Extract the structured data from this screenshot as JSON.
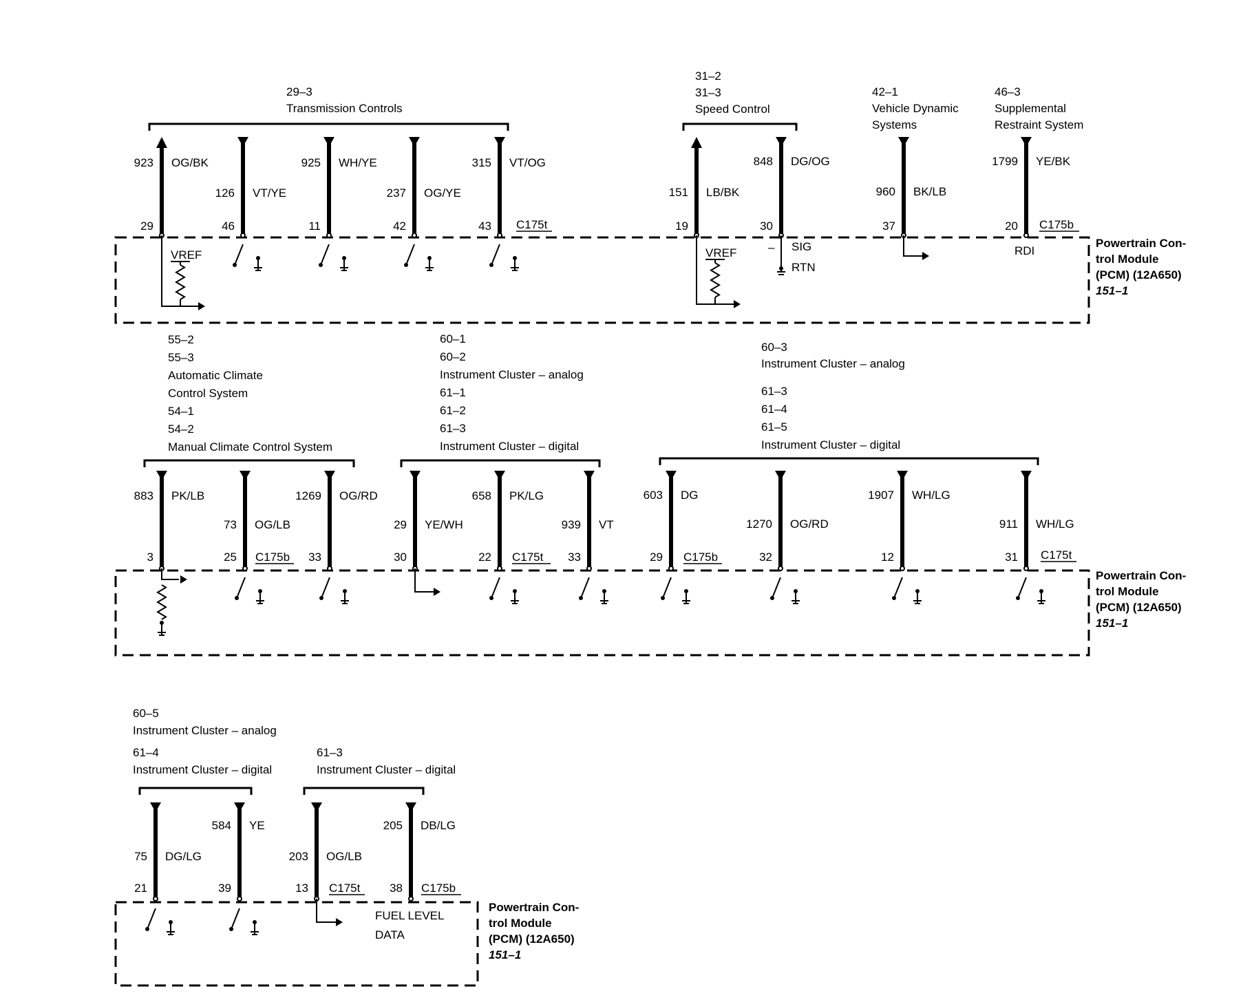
{
  "row1": {
    "groups": [
      {
        "id": "tc",
        "lines": [
          "29–3",
          "Transmission Controls"
        ]
      },
      {
        "id": "sc",
        "lines": [
          "31–2",
          "31–3",
          "Speed Control"
        ]
      },
      {
        "id": "vd",
        "lines": [
          "42–1",
          "Vehicle Dynamic",
          "Systems"
        ]
      },
      {
        "id": "sr",
        "lines": [
          "46–3",
          "Supplemental",
          "Restraint System"
        ]
      }
    ],
    "wires": [
      {
        "circuit": "923",
        "color": "OG/BK",
        "pin": "29",
        "dir": "up"
      },
      {
        "circuit": "126",
        "color": "VT/YE",
        "pin": "46",
        "dir": "down"
      },
      {
        "circuit": "925",
        "color": "WH/YE",
        "pin": "11",
        "dir": "down"
      },
      {
        "circuit": "237",
        "color": "OG/YE",
        "pin": "42",
        "dir": "down"
      },
      {
        "circuit": "315",
        "color": "VT/OG",
        "pin": "43",
        "dir": "down"
      },
      {
        "circuit": "151",
        "color": "LB/BK",
        "pin": "19",
        "dir": "up"
      },
      {
        "circuit": "848",
        "color": "DG/OG",
        "pin": "30",
        "dir": "down"
      },
      {
        "circuit": "960",
        "color": "BK/LB",
        "pin": "37",
        "dir": "down"
      },
      {
        "circuit": "1799",
        "color": "YE/BK",
        "pin": "20",
        "dir": "down"
      }
    ],
    "connectors": [
      "C175t",
      "C175b"
    ],
    "internal": {
      "vref1": "VREF",
      "vref2": "VREF",
      "sig": "SIG",
      "rtn": "RTN",
      "minus": "–",
      "rdi": "RDI"
    }
  },
  "row2": {
    "groups": [
      {
        "id": "acc",
        "lines": [
          "55–2",
          "55–3",
          "Automatic Climate",
          "Control System",
          "54–1",
          "54–2",
          "Manual Climate Control System"
        ]
      },
      {
        "id": "ic1",
        "lines": [
          "60–1",
          "60–2",
          "Instrument Cluster – analog",
          "61–1",
          "61–2",
          "61–3",
          "Instrument Cluster – digital"
        ]
      },
      {
        "id": "ic2",
        "lines": [
          "60–3",
          "Instrument Cluster – analog",
          "61–3",
          "61–4",
          "61–5",
          "Instrument Cluster – digital"
        ]
      }
    ],
    "wires": [
      {
        "circuit": "883",
        "color": "PK/LB",
        "pin": "3"
      },
      {
        "circuit": "73",
        "color": "OG/LB",
        "pin": "25"
      },
      {
        "circuit": "1269",
        "color": "OG/RD",
        "pin": "33"
      },
      {
        "circuit": "29",
        "color": "YE/WH",
        "pin": "30"
      },
      {
        "circuit": "658",
        "color": "PK/LG",
        "pin": "22"
      },
      {
        "circuit": "939",
        "color": "VT",
        "pin": "33"
      },
      {
        "circuit": "603",
        "color": "DG",
        "pin": "29"
      },
      {
        "circuit": "1270",
        "color": "OG/RD",
        "pin": "32"
      },
      {
        "circuit": "1907",
        "color": "WH/LG",
        "pin": "12"
      },
      {
        "circuit": "911",
        "color": "WH/LG",
        "pin": "31"
      }
    ],
    "connectors": [
      "C175b",
      "C175t",
      "C175b",
      "C175t"
    ]
  },
  "row3": {
    "groups": [
      {
        "id": "ic3",
        "lines": [
          "60–5",
          "Instrument Cluster – analog",
          "61–4",
          "Instrument Cluster – digital"
        ]
      },
      {
        "id": "ic4",
        "lines": [
          "61–3",
          "Instrument Cluster – digital"
        ]
      }
    ],
    "wires": [
      {
        "circuit": "75",
        "color": "DG/LG",
        "pin": "21"
      },
      {
        "circuit": "584",
        "color": "YE",
        "pin": "39"
      },
      {
        "circuit": "203",
        "color": "OG/LB",
        "pin": "13"
      },
      {
        "circuit": "205",
        "color": "DB/LG",
        "pin": "38"
      }
    ],
    "connectors": [
      "C175t",
      "C175b"
    ],
    "fuel": [
      "FUEL LEVEL",
      "DATA"
    ]
  },
  "pcm": [
    "Powertrain Con-",
    "trol Module",
    "(PCM) (12A650)",
    "151–1"
  ]
}
